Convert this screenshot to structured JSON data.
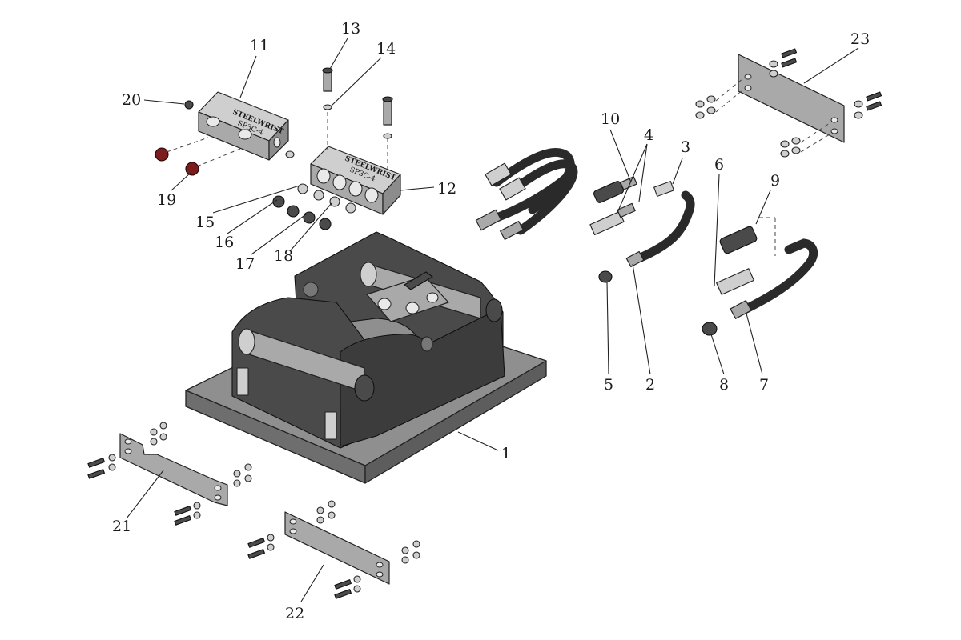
{
  "callouts": [
    {
      "id": "1",
      "text": "1"
    },
    {
      "id": "2",
      "text": "2"
    },
    {
      "id": "3",
      "text": "3"
    },
    {
      "id": "4",
      "text": "4"
    },
    {
      "id": "5",
      "text": "5"
    },
    {
      "id": "6",
      "text": "6"
    },
    {
      "id": "7",
      "text": "7"
    },
    {
      "id": "8",
      "text": "8"
    },
    {
      "id": "9",
      "text": "9"
    },
    {
      "id": "10",
      "text": "10"
    },
    {
      "id": "11",
      "text": "11"
    },
    {
      "id": "12",
      "text": "12"
    },
    {
      "id": "13",
      "text": "13"
    },
    {
      "id": "14",
      "text": "14"
    },
    {
      "id": "15",
      "text": "15"
    },
    {
      "id": "16",
      "text": "16"
    },
    {
      "id": "17",
      "text": "17"
    },
    {
      "id": "18",
      "text": "18"
    },
    {
      "id": "19",
      "text": "19"
    },
    {
      "id": "20",
      "text": "20"
    },
    {
      "id": "21",
      "text": "21"
    },
    {
      "id": "22",
      "text": "22"
    },
    {
      "id": "23",
      "text": "23"
    }
  ],
  "valve_block_text": "SP3C-4",
  "brand_text": "STEELWRIST",
  "colors": {
    "metal": "#a9a9a9",
    "dark_metal": "#4a4a4a",
    "plug_red": "#7d1c1c",
    "outline": "#222222"
  }
}
